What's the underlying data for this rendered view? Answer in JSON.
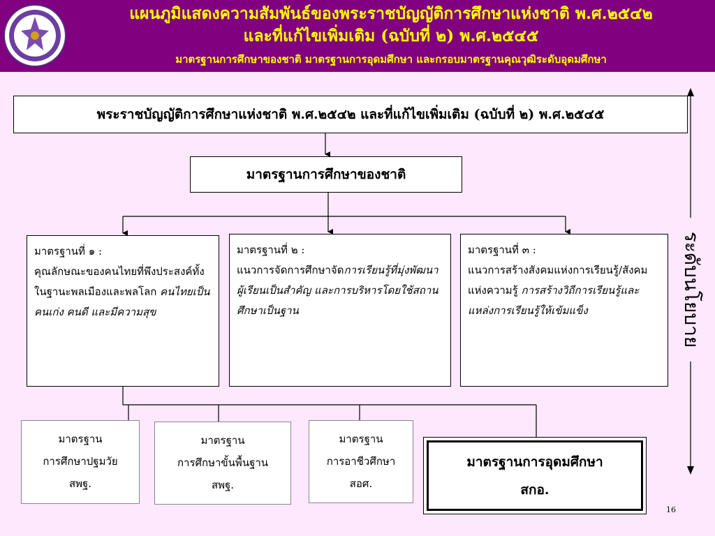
{
  "header": {
    "title_line1": "แผนภูมิแสดงความสัมพันธ์ของพระราชบัญญัติการศึกษาแห่งชาติ พ.ศ.๒๕๔๒",
    "title_line2": "และที่แก้ไขเพิ่มเติม (ฉบับที่ ๒) พ.ศ.๒๕๔๕",
    "subtitle": "มาตรฐานการศึกษาของชาติ  มาตรฐานการอุดมศึกษา  และกรอบมาตรฐานคุณวุฒิระดับอุดมศึกษา"
  },
  "act_box": "พระราชบัญญัติการศึกษาแห่งชาติ พ.ศ.๒๕๔๒ และที่แก้ไขเพิ่มเติม (ฉบับที่ ๒) พ.ศ.๒๕๔๕",
  "national_box": "มาตรฐานการศึกษาของชาติ",
  "standards": [
    {
      "heading": "มาตรฐานที่ ๑ :",
      "text": "คุณลักษณะของคนไทยที่พึงประสงค์ทั้งในฐานะพลเมืองและพลโลก ",
      "italic": "คนไทยเป็นคนเก่ง คนดี และมีความสุข"
    },
    {
      "heading": "มาตรฐานที่ ๒ :",
      "text": "แนวการจัดการศึกษาจัด",
      "italic": "การเรียนรู้ที่มุ่งพัฒนาผู้เรียนเป็นสำคัญ และการบริหารโดยใช้สถานศึกษาเป็นฐาน"
    },
    {
      "heading": "มาตรฐานที่ ๓ :",
      "text": "แนวการสร้างสังคมแห่งการเรียนรู้/สังคมแห่งความรู้ ",
      "italic": "การสร้างวิถีการเรียนรู้และแหล่งการเรียนรู้ให้เข้มแข็ง"
    }
  ],
  "sub_standards": [
    {
      "line1": "มาตรฐาน",
      "line2": "การศึกษาปฐมวัย",
      "line3": "สพฐ."
    },
    {
      "line1": "มาตรฐาน",
      "line2": "การศึกษาขั้นพื้นฐาน",
      "line3": "สพฐ."
    },
    {
      "line1": "มาตรฐาน",
      "line2": "การอาชีวศึกษา",
      "line3": "สอศ."
    }
  ],
  "higher_ed": {
    "line1": "มาตรฐานการอุดมศึกษา",
    "line2": "สกอ."
  },
  "side_label": "ระดับนโยบาย",
  "page_number": "16",
  "colors": {
    "header_bg": "#800080",
    "header_text": "#ffff00",
    "panel_bg": "#fde8fd"
  }
}
